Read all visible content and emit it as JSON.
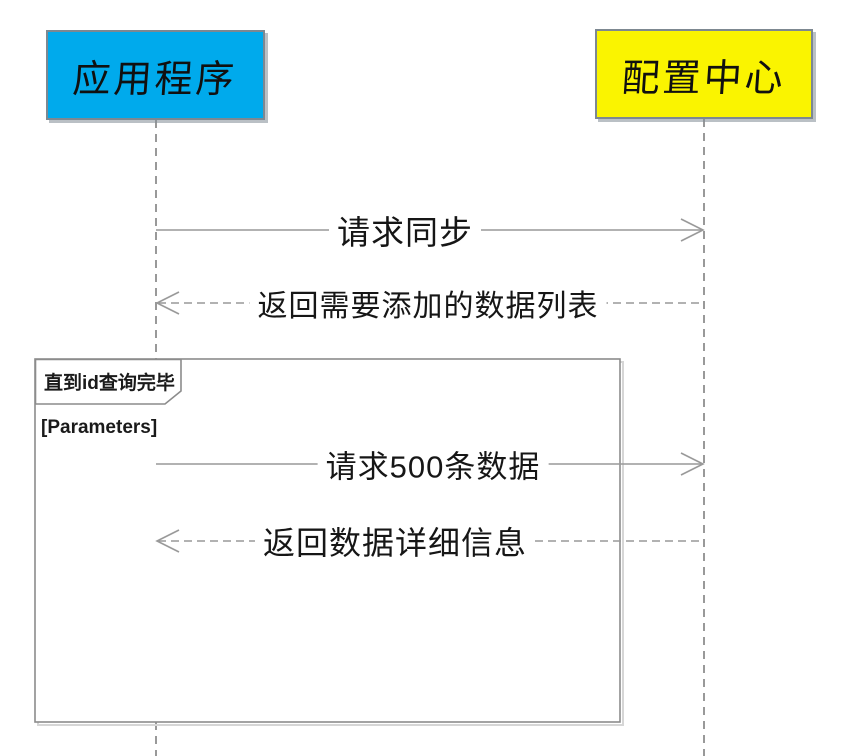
{
  "diagram": {
    "type": "sequence",
    "actors": [
      {
        "id": "application",
        "label": "应用程序",
        "fill": "#00AAEC"
      },
      {
        "id": "config-center",
        "label": "配置中心",
        "fill": "#FAF400"
      }
    ],
    "messages": [
      {
        "label": "请求同步",
        "line": "solid",
        "direction": "right",
        "from": "应用程序",
        "to": "配置中心"
      },
      {
        "label": "返回需要添加的数据列表",
        "line": "dashed",
        "direction": "left",
        "from": "配置中心",
        "to": "应用程序"
      },
      {
        "label": "请求500条数据",
        "line": "solid",
        "direction": "right",
        "from": "应用程序",
        "to": "配置中心"
      },
      {
        "label": "返回数据详细信息",
        "line": "dashed",
        "direction": "left",
        "from": "配置中心",
        "to": "应用程序"
      }
    ],
    "fragment": {
      "operator": "直到id查询完毕",
      "guard": "[Parameters]"
    },
    "colors": {
      "actor_application_fill": "#00AAEC",
      "actor_config_fill": "#FAF400",
      "line": "#999999",
      "frame_border": "#8c8c8c",
      "text": "#1a1a1a"
    }
  }
}
